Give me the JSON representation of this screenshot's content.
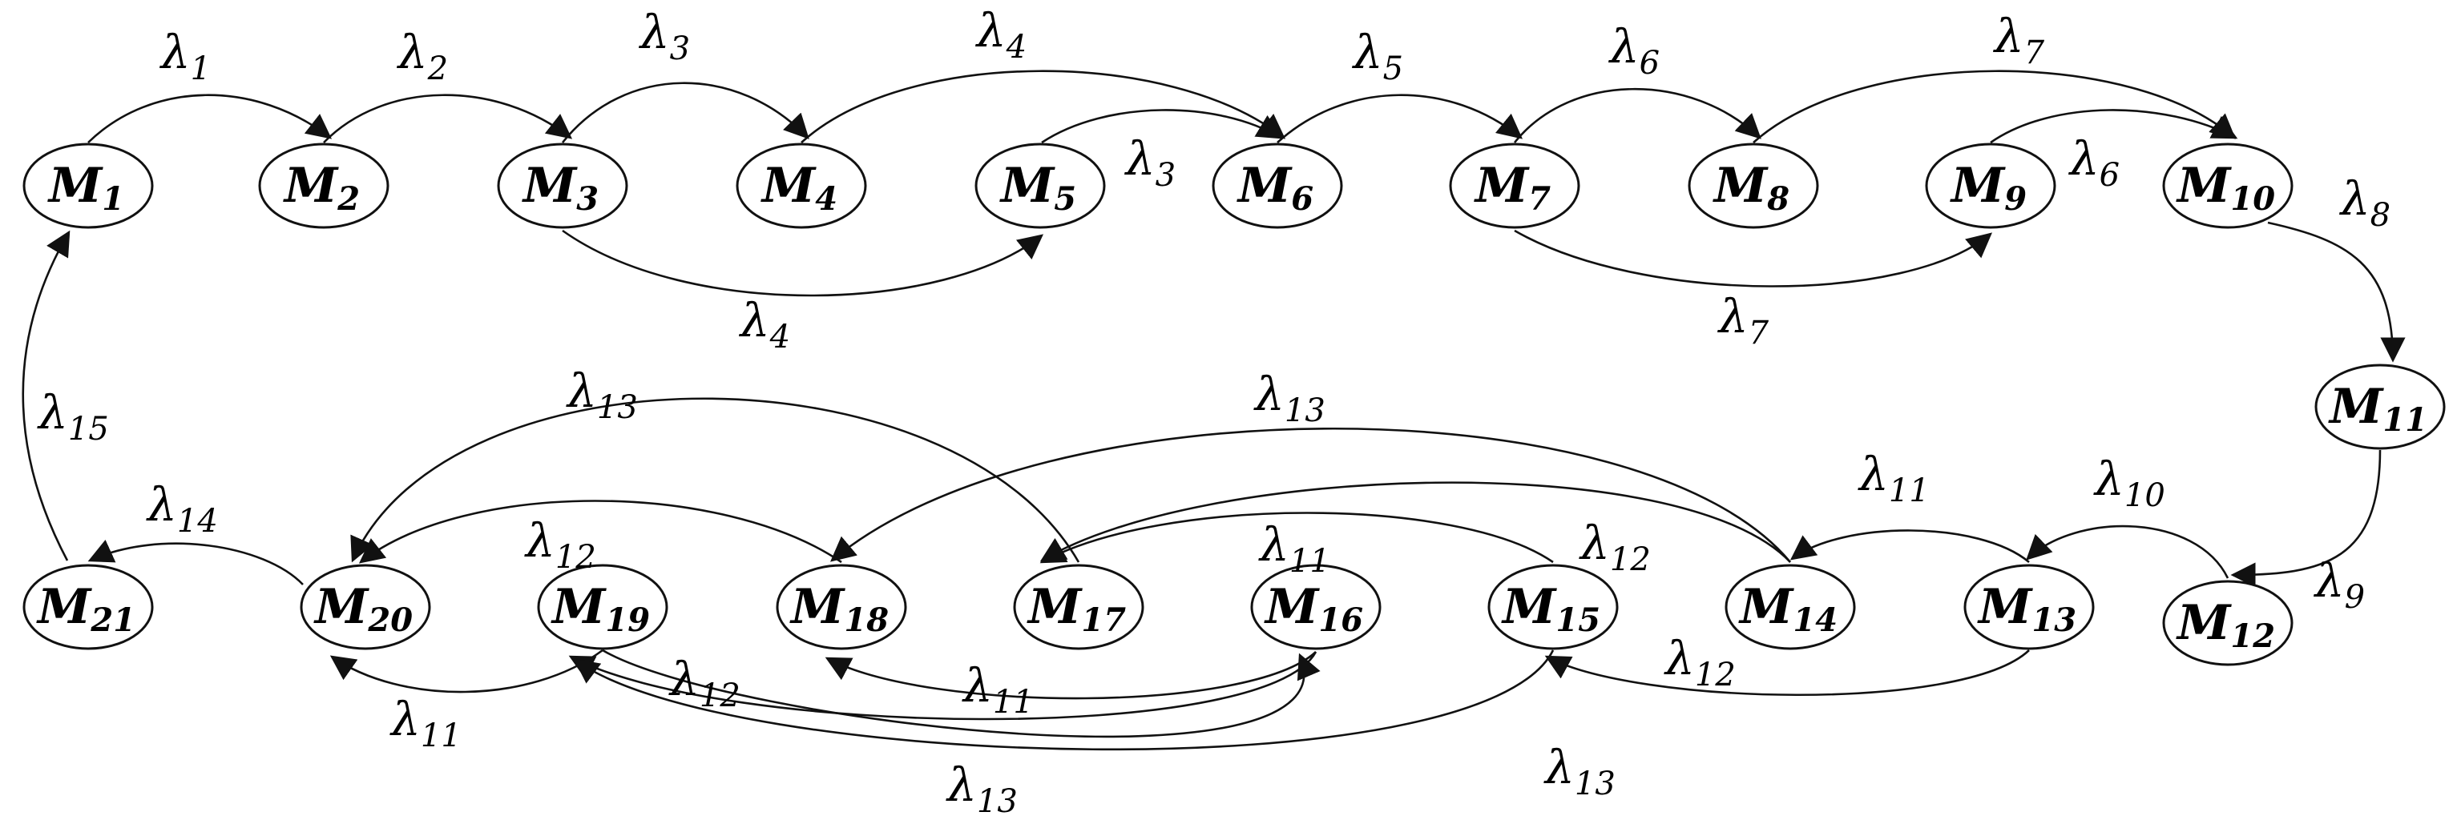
{
  "nodes": [
    {
      "id": "M1",
      "symbol": "M",
      "sub": "1"
    },
    {
      "id": "M2",
      "symbol": "M",
      "sub": "2"
    },
    {
      "id": "M3",
      "symbol": "M",
      "sub": "3"
    },
    {
      "id": "M4",
      "symbol": "M",
      "sub": "4"
    },
    {
      "id": "M5",
      "symbol": "M",
      "sub": "5"
    },
    {
      "id": "M6",
      "symbol": "M",
      "sub": "6"
    },
    {
      "id": "M7",
      "symbol": "M",
      "sub": "7"
    },
    {
      "id": "M8",
      "symbol": "M",
      "sub": "8"
    },
    {
      "id": "M9",
      "symbol": "M",
      "sub": "9"
    },
    {
      "id": "M10",
      "symbol": "M",
      "sub": "10"
    },
    {
      "id": "M11",
      "symbol": "M",
      "sub": "11"
    },
    {
      "id": "M12",
      "symbol": "M",
      "sub": "12"
    },
    {
      "id": "M13",
      "symbol": "M",
      "sub": "13"
    },
    {
      "id": "M14",
      "symbol": "M",
      "sub": "14"
    },
    {
      "id": "M15",
      "symbol": "M",
      "sub": "15"
    },
    {
      "id": "M16",
      "symbol": "M",
      "sub": "16"
    },
    {
      "id": "M17",
      "symbol": "M",
      "sub": "17"
    },
    {
      "id": "M18",
      "symbol": "M",
      "sub": "18"
    },
    {
      "id": "M19",
      "symbol": "M",
      "sub": "19"
    },
    {
      "id": "M20",
      "symbol": "M",
      "sub": "20"
    },
    {
      "id": "M21",
      "symbol": "M",
      "sub": "21"
    }
  ],
  "edges": [
    {
      "from": "M1",
      "to": "M2",
      "symbol": "λ",
      "sub": "1"
    },
    {
      "from": "M2",
      "to": "M3",
      "symbol": "λ",
      "sub": "2"
    },
    {
      "from": "M3",
      "to": "M4",
      "symbol": "λ",
      "sub": "3"
    },
    {
      "from": "M4",
      "to": "M6",
      "symbol": "λ",
      "sub": "4"
    },
    {
      "from": "M3",
      "to": "M5",
      "symbol": "λ",
      "sub": "4"
    },
    {
      "from": "M5",
      "to": "M6",
      "symbol": "λ",
      "sub": "3"
    },
    {
      "from": "M6",
      "to": "M7",
      "symbol": "λ",
      "sub": "5"
    },
    {
      "from": "M7",
      "to": "M8",
      "symbol": "λ",
      "sub": "6"
    },
    {
      "from": "M8",
      "to": "M10",
      "symbol": "λ",
      "sub": "7"
    },
    {
      "from": "M7",
      "to": "M9",
      "symbol": "λ",
      "sub": "7"
    },
    {
      "from": "M9",
      "to": "M10",
      "symbol": "λ",
      "sub": "6"
    },
    {
      "from": "M10",
      "to": "M11",
      "symbol": "λ",
      "sub": "8"
    },
    {
      "from": "M11",
      "to": "M12",
      "symbol": "λ",
      "sub": "9"
    },
    {
      "from": "M12",
      "to": "M13",
      "symbol": "λ",
      "sub": "10"
    },
    {
      "from": "M13",
      "to": "M14",
      "symbol": "λ",
      "sub": "11"
    },
    {
      "from": "M14",
      "to": "M17",
      "symbol": "λ",
      "sub": "12"
    },
    {
      "from": "M15",
      "to": "M17",
      "symbol": "λ",
      "sub": "11"
    },
    {
      "from": "M14",
      "to": "M18",
      "symbol": "λ",
      "sub": "13"
    },
    {
      "from": "M17",
      "to": "M20",
      "symbol": "λ",
      "sub": "13"
    },
    {
      "from": "M18",
      "to": "M20",
      "symbol": "λ",
      "sub": "12"
    },
    {
      "from": "M19",
      "to": "M20",
      "symbol": "λ",
      "sub": "11"
    },
    {
      "from": "M16",
      "to": "M19",
      "symbol": "λ",
      "sub": "12"
    },
    {
      "from": "M16",
      "to": "M18",
      "symbol": "λ",
      "sub": "11"
    },
    {
      "from": "M15",
      "to": "M19",
      "symbol": "λ",
      "sub": "13"
    },
    {
      "from": "M13",
      "to": "M15",
      "symbol": "λ",
      "sub": "12"
    },
    {
      "from": "M19",
      "to": "M16",
      "symbol": "λ",
      "sub": "13"
    },
    {
      "from": "M20",
      "to": "M21",
      "symbol": "λ",
      "sub": "14"
    },
    {
      "from": "M21",
      "to": "M1",
      "symbol": "λ",
      "sub": "15"
    }
  ]
}
